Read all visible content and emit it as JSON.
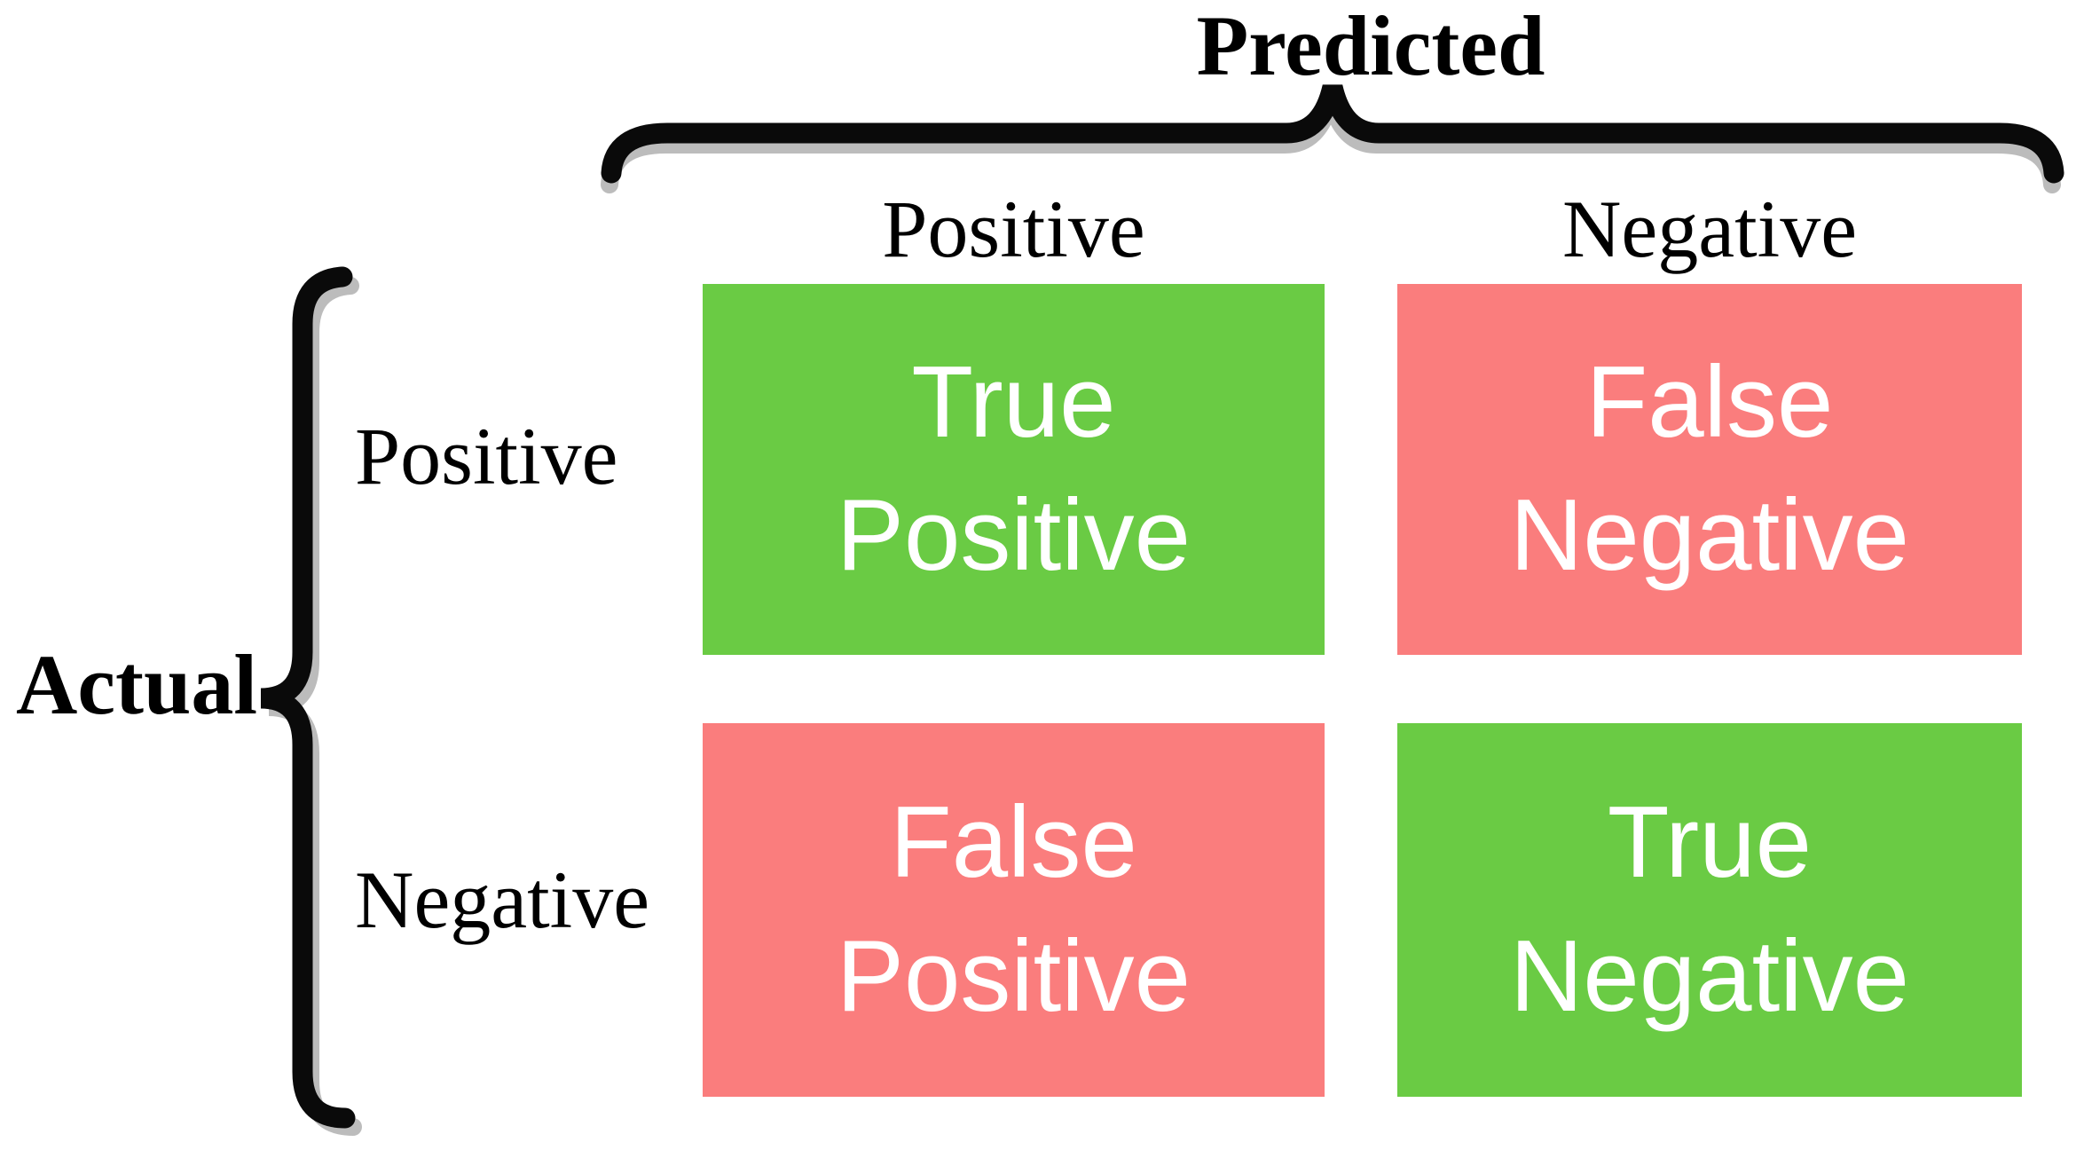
{
  "matrix": {
    "predicted_title": "Predicted",
    "actual_title": "Actual",
    "predicted_columns": [
      "Positive",
      "Negative"
    ],
    "actual_rows": [
      "Positive",
      "Negative"
    ],
    "cells": {
      "true_positive": {
        "label": "True Positive",
        "lines": [
          "True",
          "Positive"
        ],
        "outcome": "correct"
      },
      "false_negative": {
        "label": "False Negative",
        "lines": [
          "False",
          "Negative"
        ],
        "outcome": "incorrect"
      },
      "false_positive": {
        "label": "False Positive",
        "lines": [
          "False",
          "Positive"
        ],
        "outcome": "incorrect"
      },
      "true_negative": {
        "label": "True Negative",
        "lines": [
          "True",
          "Negative"
        ],
        "outcome": "correct"
      }
    },
    "colors": {
      "correct": "#6acb44",
      "incorrect": "#fa7d7d",
      "cell_text": "#ffffff",
      "label_text": "#000000",
      "brace": "#0a0a0a",
      "brace_shadow": "#bcbcbc"
    }
  }
}
